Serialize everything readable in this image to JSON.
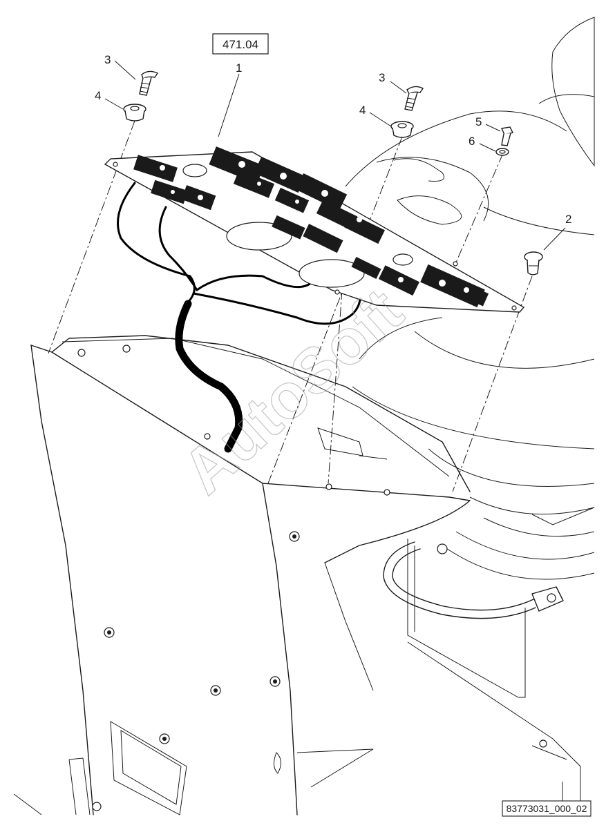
{
  "reference_box": "471.04",
  "document_id": "83773031_000_02",
  "watermark": "AutoSoft",
  "callouts": [
    {
      "id": "1",
      "label": "1"
    },
    {
      "id": "2",
      "label": "2"
    },
    {
      "id": "3a",
      "label": "3"
    },
    {
      "id": "3b",
      "label": "3"
    },
    {
      "id": "4a",
      "label": "4"
    },
    {
      "id": "4b",
      "label": "4"
    },
    {
      "id": "5",
      "label": "5"
    },
    {
      "id": "6",
      "label": "6"
    }
  ]
}
